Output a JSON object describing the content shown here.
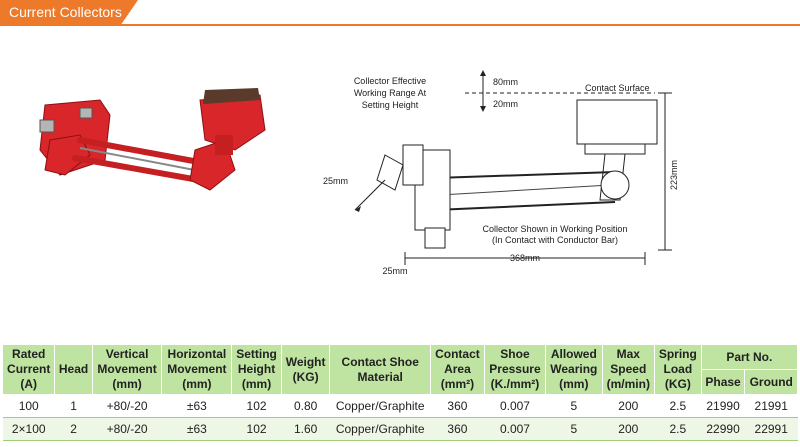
{
  "header": {
    "title": "Current Collectors"
  },
  "diagram": {
    "range_label": [
      "Collector Effective",
      "Working Range At",
      "Setting Height"
    ],
    "up": "80mm",
    "down": "20mm",
    "contact_surface": "Contact Surface",
    "shoe_width": "25mm",
    "bottom_offset": "25mm",
    "length": "368mm",
    "height": "223mm",
    "caption": [
      "Collector Shown in Working Position",
      "(In Contact with Conductor Bar)"
    ]
  },
  "table": {
    "headers": {
      "rated_current": [
        "Rated",
        "Current",
        "(A)"
      ],
      "head": "Head",
      "vertical": [
        "Vertical",
        "Movement",
        "(mm)"
      ],
      "horizontal": [
        "Horizontal",
        "Movement",
        "(mm)"
      ],
      "setting": [
        "Setting",
        "Height",
        "(mm)"
      ],
      "weight": [
        "Weight",
        "(KG)"
      ],
      "shoe_material": [
        "Contact Shoe",
        "Material"
      ],
      "contact_area": [
        "Contact",
        "Area",
        "(mm²)"
      ],
      "shoe_pressure": [
        "Shoe",
        "Pressure",
        "(K./mm²)"
      ],
      "allowed_wearing": [
        "Allowed",
        "Wearing",
        "(mm)"
      ],
      "max_speed": [
        "Max",
        "Speed",
        "(m/min)"
      ],
      "spring_load": [
        "Spring",
        "Load",
        "(KG)"
      ],
      "part_no": "Part No.",
      "phase": "Phase",
      "ground": "Ground"
    },
    "rows": [
      {
        "rated_current": "100",
        "head": "1",
        "vertical": "+80/-20",
        "horizontal": "±63",
        "setting": "102",
        "weight": "0.80",
        "material": "Copper/Graphite",
        "area": "360",
        "pressure": "0.007",
        "wearing": "5",
        "speed": "200",
        "spring": "2.5",
        "phase": "21990",
        "ground": "21991"
      },
      {
        "rated_current": "2×100",
        "head": "2",
        "vertical": "+80/-20",
        "horizontal": "±63",
        "setting": "102",
        "weight": "1.60",
        "material": "Copper/Graphite",
        "area": "360",
        "pressure": "0.007",
        "wearing": "5",
        "speed": "200",
        "spring": "2.5",
        "phase": "22990",
        "ground": "22991"
      }
    ]
  },
  "colors": {
    "accent": "#ec7a2a",
    "table_header": "#bfe3a0",
    "product_red": "#d8262a"
  }
}
